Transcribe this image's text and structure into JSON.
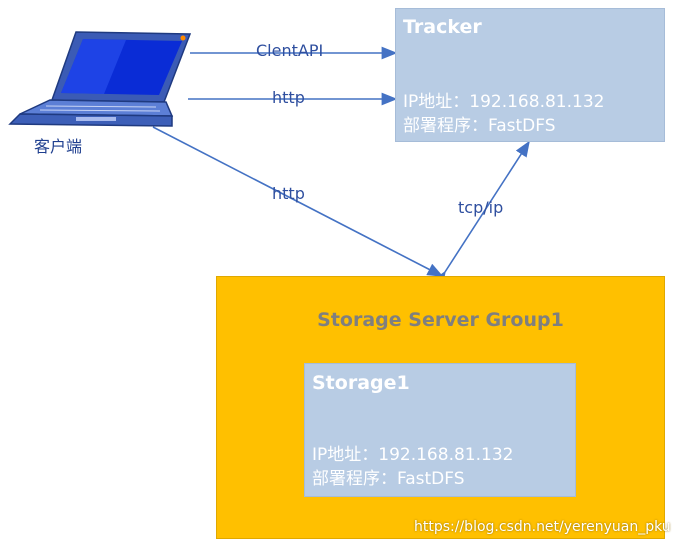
{
  "client": {
    "label": "客户端"
  },
  "tracker": {
    "title": "Tracker",
    "ip_line": "IP地址：192.168.81.132",
    "deploy_line": "部署程序：FastDFS"
  },
  "storage_group": {
    "title": "Storage Server Group1"
  },
  "storage": {
    "title": "Storage1",
    "ip_line": "IP地址：192.168.81.132",
    "deploy_line": "部署程序：FastDFS"
  },
  "connections": [
    {
      "label": "ClentAPI"
    },
    {
      "label": "http"
    },
    {
      "label": "http"
    },
    {
      "label": "tcp/ip"
    }
  ],
  "watermark": "https://blog.csdn.net/yerenyuan_pku",
  "colors": {
    "box_blue": "#b8cce4",
    "group_gold": "#ffc000",
    "arrow": "#4472c4"
  }
}
